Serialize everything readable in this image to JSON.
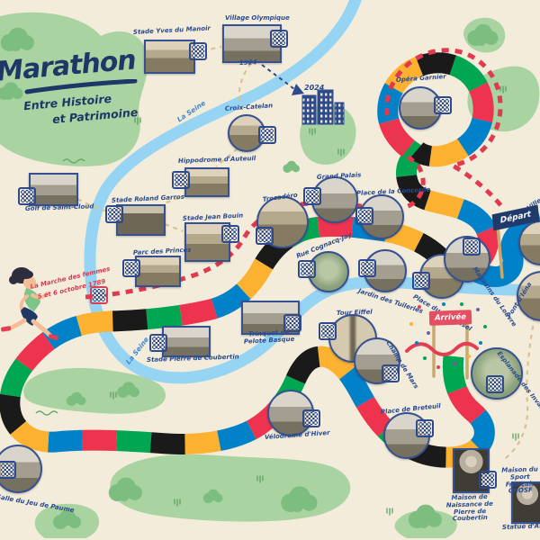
{
  "title": {
    "main": "Marathon",
    "sub1": "Entre Histoire",
    "sub2": "et Patrimoine"
  },
  "labels": {
    "seine": "La Seine",
    "depart": "Départ",
    "arrivee": "Arrivée",
    "year_1924": "1924",
    "year_2024": "2024",
    "march_line1": "La Marche des femmes",
    "march_line2": "5 et 6 octobre 1789"
  },
  "sites": {
    "yves_du_manoir": "Stade Yves du Manoir",
    "village_olympique": "Village Olympique",
    "croix_catelan": "Croix-Catelan",
    "hippodrome_auteuil": "Hippodrome d'Auteuil",
    "golf_saint_cloud": "Golf de Saint-Cloud",
    "roland_garros": "Stade Roland Garros",
    "jean_bouin": "Stade Jean Bouin",
    "parc_des_princes": "Parc des Princes",
    "pierre_de_coubertin": "Stade Pierre de Coubertin",
    "trinquet_pelote": "Trinquet de Pelote Basque",
    "opera_garnier": "Opéra Garnier",
    "hotel_de_ville": "Hôtel de Ville",
    "pont_iena": "Pont d'Iéna",
    "trocadero": "Trocadéro",
    "grand_palais": "Grand Palais",
    "concorde": "Place de la Concorde",
    "cognacq_jay": "Rue Cognacq-Jay",
    "tuileries": "Jardin des Tuileries",
    "carrousel": "Place du Carrousel",
    "magasins_louvre": "Magasins du Louvre",
    "tour_eiffel": "Tour Eiffel",
    "champ_de_mars": "Champ de Mars",
    "velodrome_hiver": "Vélodrome d'Hiver",
    "breteuil": "Place de Breteuil",
    "invalides": "Esplanade des Invalides",
    "jeu_de_paume": "Salle du Jeu de Paume",
    "maison_naissance": "Maison de Naissance de Pierre de Coubertin",
    "maison_sport": "Maison du Sport Français CNOSF",
    "statue_alice": "Statue d'Alice Milliat"
  },
  "colors": {
    "background": "#F4ECDB",
    "park": "#A9D4A1",
    "river": "#95D4F2",
    "navy": "#2A4B8F",
    "track_blue": "#0081C8",
    "track_yellow": "#FCB131",
    "track_black": "#1A1A1A",
    "track_green": "#00A651",
    "track_red": "#EE334E",
    "accent_red": "#E23F55"
  }
}
